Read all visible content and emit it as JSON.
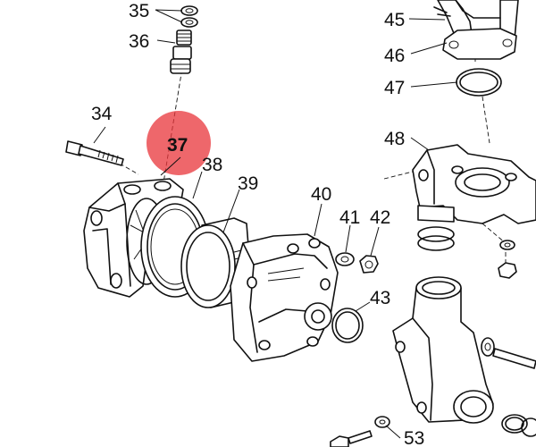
{
  "diagram": {
    "highlight_color": "#e8343a",
    "highlighted_part": "37",
    "labels": {
      "p34": "34",
      "p35": "35",
      "p36": "36",
      "p37": "37",
      "p38": "38",
      "p39": "39",
      "p40": "40",
      "p41": "41",
      "p42": "42",
      "p43": "43",
      "p45": "45",
      "p46": "46",
      "p47": "47",
      "p48": "48",
      "p53": "53"
    }
  }
}
